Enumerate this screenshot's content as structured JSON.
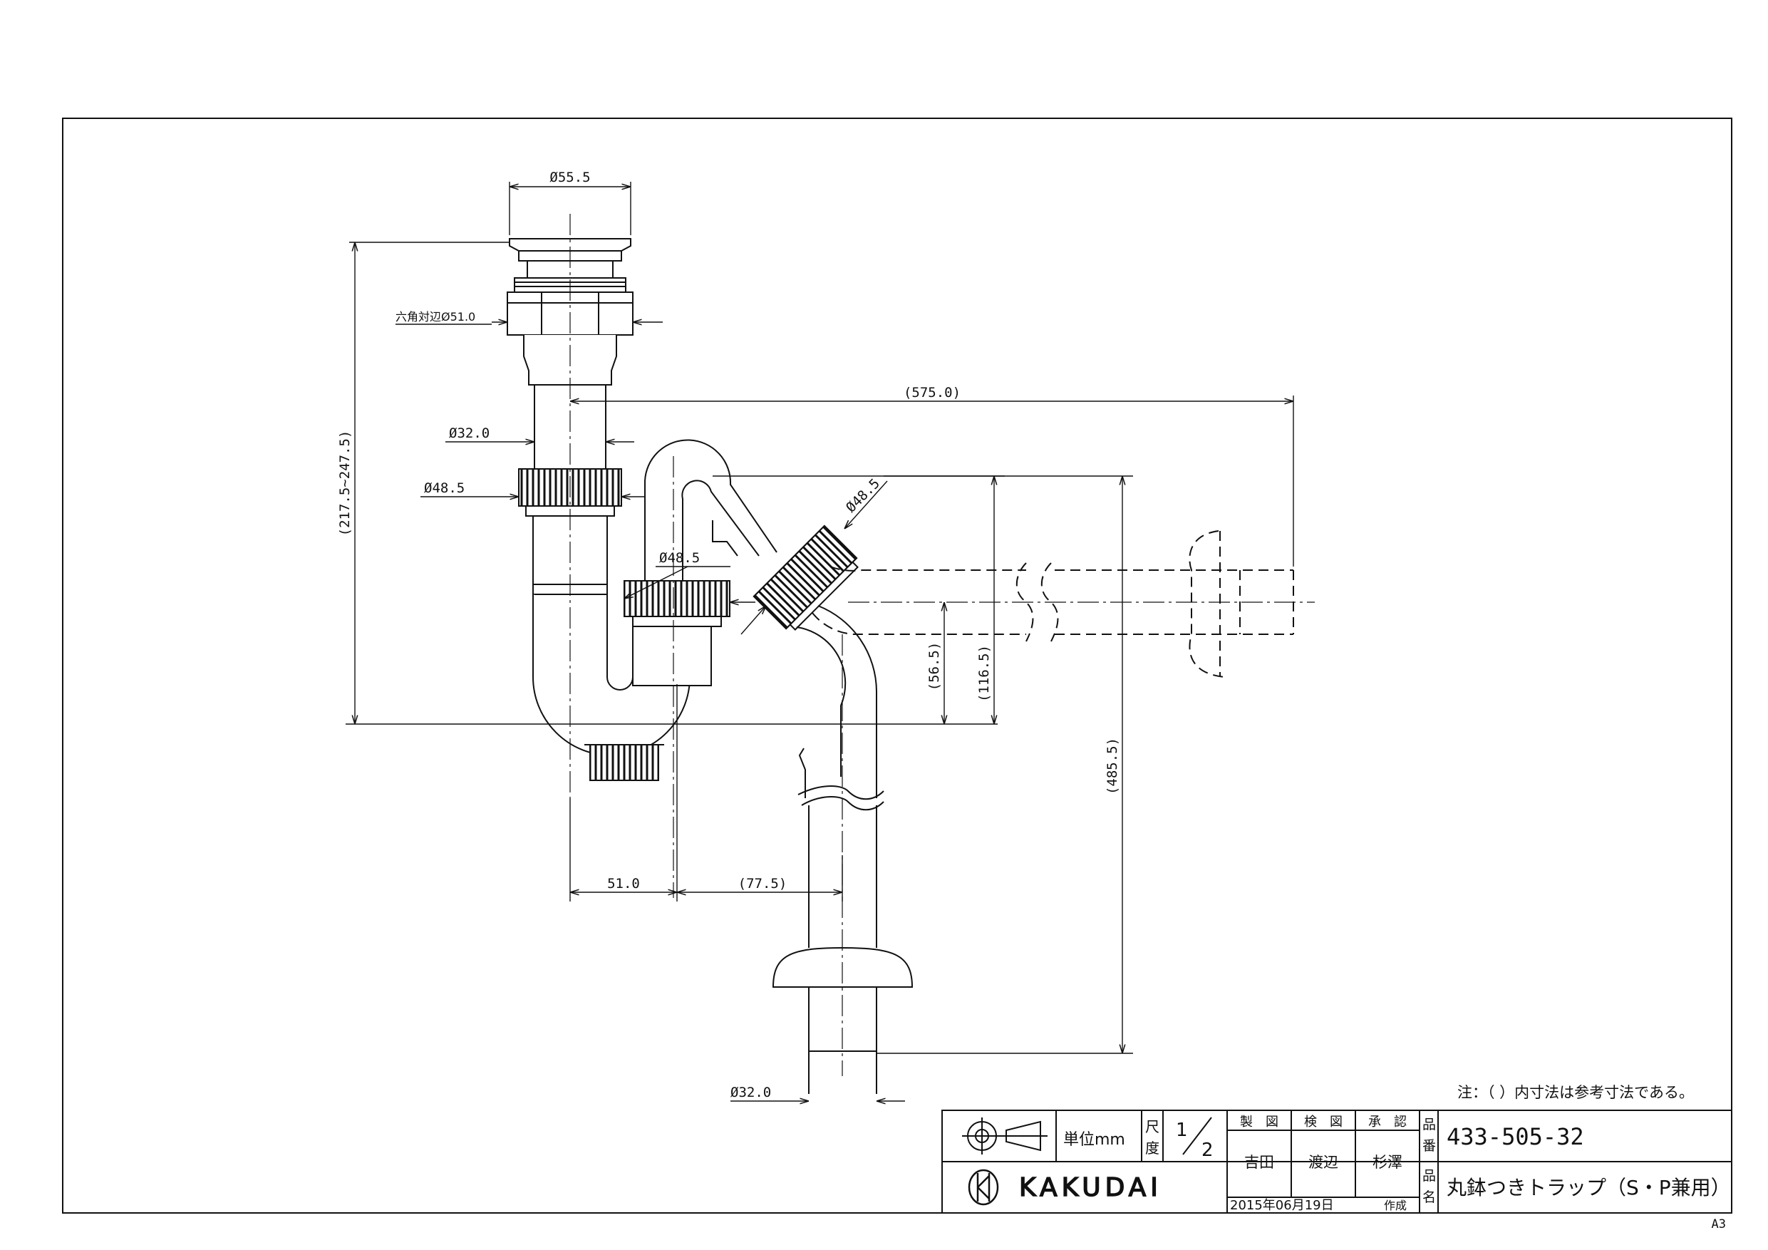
{
  "dimensions": {
    "top_dia": "Ø55.5",
    "hex": "六角対辺Ø51.0",
    "pipe_dia": "Ø32.0",
    "nut_dia": "Ø48.5",
    "nut_dia_mid": "Ø48.5",
    "nut_dia_angled": "Ø48.5",
    "horizontal_length": "(575.0)",
    "vertical_range": "(217.5~247.5)",
    "d_56_5": "(56.5)",
    "d_116_5": "(116.5)",
    "d_485_5": "(485.5)",
    "d_51_0": "51.0",
    "d_77_5": "(77.5)",
    "bottom_dia": "Ø32.0"
  },
  "note": "注：（ ）内寸法は参考寸法である。",
  "title_block": {
    "unit": "単位mm",
    "scale_label_1": "尺",
    "scale_label_2": "度",
    "scale_num": "1",
    "scale_den": "2",
    "role_1": "製　図",
    "role_2": "検　図",
    "role_3": "承　認",
    "name_1": "吉田",
    "name_2": "渡辺",
    "name_3": "杉澤",
    "part_no_label_1": "品",
    "part_no_label_2": "番",
    "part_no": "433-505-32",
    "part_name_label_1": "品",
    "part_name_label_2": "名",
    "part_name": "丸鉢つきトラップ（S・P兼用）",
    "company": "KAKUDAI",
    "date": "2015年06月19日",
    "date_suffix": "作成"
  },
  "sheet_size": "A3"
}
